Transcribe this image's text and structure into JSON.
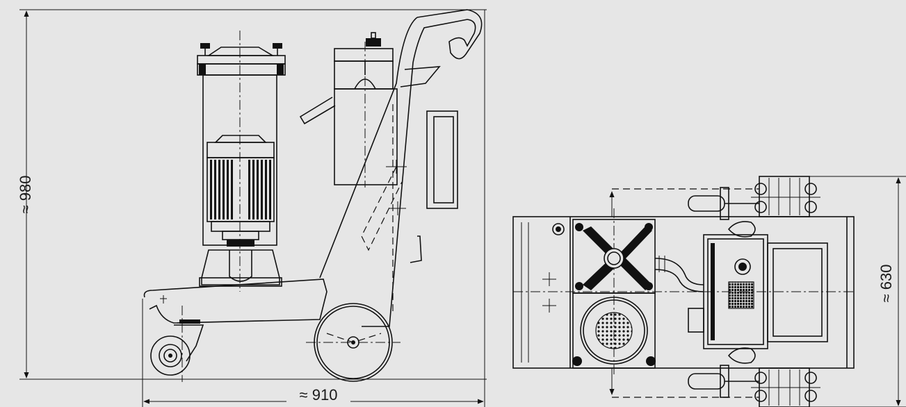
{
  "dimensions": {
    "height_label": "≈ 980",
    "width_label": "≈ 910",
    "depth_label": "≈ 630"
  },
  "colors": {
    "background": "#e6e6e6",
    "line": "#111111"
  }
}
